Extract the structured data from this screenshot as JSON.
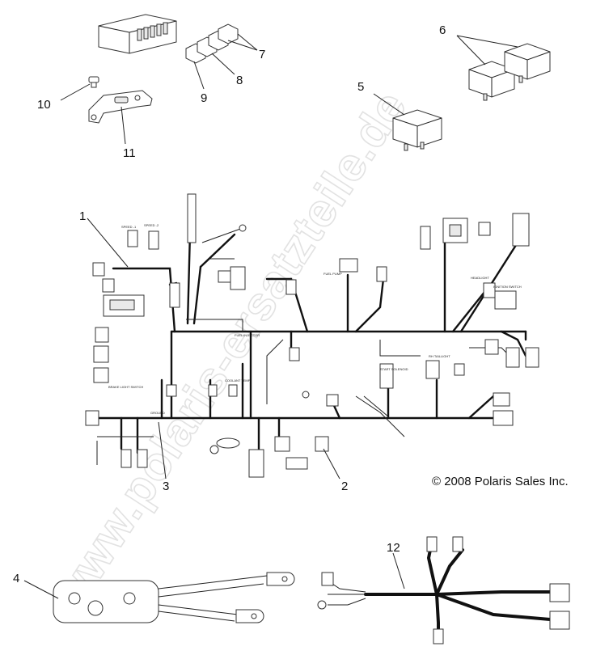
{
  "watermark": "www.polaris-ersatzteile.de",
  "copyright": "© 2008 Polaris Sales Inc.",
  "callouts": {
    "c1": "1",
    "c2": "2",
    "c3": "3",
    "c4": "4",
    "c5": "5",
    "c6": "6",
    "c7": "7",
    "c8": "8",
    "c9": "9",
    "c10": "10",
    "c11": "11",
    "c12": "12"
  },
  "connector_labels": {
    "fuel_injector": "FUEL INJECTOR",
    "start_solenoid": "START SOLENOID",
    "coolant_temp": "COOLANT TEMP",
    "speed_1": "SPEED -1",
    "speed_2": "SPEED -2",
    "fuel_pump": "FUEL PUMP",
    "taillight": "RH TAILLIGHT",
    "headlight": "HEADLIGHT",
    "ignition_switch": "IGNITION SWITCH",
    "brake_switch": "BRAKE LIGHT SWITCH",
    "ground": "GROUND"
  },
  "colors": {
    "line": "#111111",
    "watermark_stroke": "#e2e2e2"
  }
}
